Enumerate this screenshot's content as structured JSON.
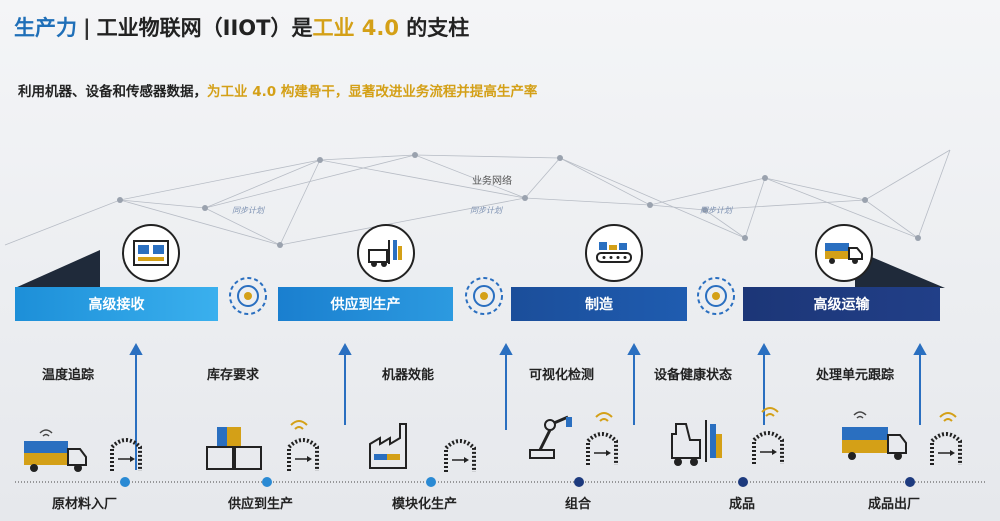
{
  "header": {
    "title_a": "生产力",
    "title_sep": "|",
    "title_b": "工业物联网（IIOT）是",
    "title_c": "工业 4.0",
    "title_d": " 的支柱"
  },
  "subtitle": {
    "part1": "利用机器、设备和传感器数据，",
    "part2": "为工业 4.0 构建骨干，显著改进业务流程并提高生产率"
  },
  "network": {
    "label": "业务网络",
    "sync_label": "同步计划"
  },
  "stages": [
    {
      "label": "高级接收"
    },
    {
      "label": "供应到生产"
    },
    {
      "label": "制造"
    },
    {
      "label": "高级运输"
    }
  ],
  "metrics": [
    "温度追踪",
    "库存要求",
    "机器效能",
    "可视化检测",
    "设备健康状态",
    "处理单元跟踪"
  ],
  "steps": [
    "原材料入厂",
    "供应到生产",
    "模块化生产",
    "组合",
    "成品",
    "成品出厂"
  ],
  "colors": {
    "accent_blue": "#1f6fb8",
    "accent_gold": "#d4a017",
    "band_light": "#2a9be3",
    "band_dark": "#1c3677"
  }
}
